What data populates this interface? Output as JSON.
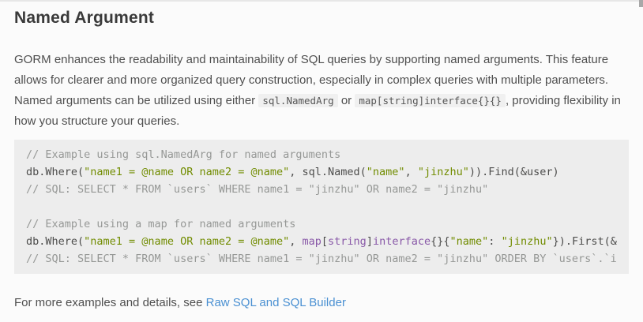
{
  "page_title": "Named Argument",
  "paragraph": {
    "part1": "GORM enhances the readability and maintainability of SQL queries by supporting named arguments. This feature allows for clearer and more organized query construction, especially in complex queries with multiple parameters. Named arguments can be utilized using either ",
    "inline_code_1": "sql.NamedArg",
    "part2": " or ",
    "inline_code_2": "map[string]interface{}{}",
    "part3": ", providing flexibility in how you structure your queries."
  },
  "code_block": {
    "language": "go",
    "lines": [
      [
        {
          "c": "comment",
          "t": "// Example using sql.NamedArg for named arguments"
        }
      ],
      [
        {
          "c": "plain",
          "t": "db.Where("
        },
        {
          "c": "string",
          "t": "\"name1 = @name OR name2 = @name\""
        },
        {
          "c": "plain",
          "t": ", sql.Named("
        },
        {
          "c": "string",
          "t": "\"name\""
        },
        {
          "c": "plain",
          "t": ", "
        },
        {
          "c": "string",
          "t": "\"jinzhu\""
        },
        {
          "c": "plain",
          "t": ")).Find(&user)"
        }
      ],
      [
        {
          "c": "comment",
          "t": "// SQL: SELECT * FROM `users` WHERE name1 = \"jinzhu\" OR name2 = \"jinzhu\""
        }
      ],
      [],
      [
        {
          "c": "comment",
          "t": "// Example using a map for named arguments"
        }
      ],
      [
        {
          "c": "plain",
          "t": "db.Where("
        },
        {
          "c": "string",
          "t": "\"name1 = @name OR name2 = @name\""
        },
        {
          "c": "plain",
          "t": ", "
        },
        {
          "c": "keyword",
          "t": "map"
        },
        {
          "c": "plain",
          "t": "["
        },
        {
          "c": "keyword",
          "t": "string"
        },
        {
          "c": "plain",
          "t": "]"
        },
        {
          "c": "keyword",
          "t": "interface"
        },
        {
          "c": "plain",
          "t": "{}{"
        },
        {
          "c": "string",
          "t": "\"name\""
        },
        {
          "c": "plain",
          "t": ": "
        },
        {
          "c": "string",
          "t": "\"jinzhu\""
        },
        {
          "c": "plain",
          "t": "}).First(&"
        }
      ],
      [
        {
          "c": "comment",
          "t": "// SQL: SELECT * FROM `users` WHERE name1 = \"jinzhu\" OR name2 = \"jinzhu\" ORDER BY `users`.`i"
        }
      ]
    ]
  },
  "footer": {
    "text": "For more examples and details, see ",
    "link_label": "Raw SQL and SQL Builder"
  },
  "colors": {
    "page_background": "#fbfbfb",
    "top_border": "#e7e7e7",
    "heading_text": "#3a3a3a",
    "body_text": "#4f4f4f",
    "inline_code_background": "#f0f0f0",
    "code_block_background": "#ededed",
    "code_default": "#4d4d4c",
    "code_comment": "#969896",
    "code_string": "#718c00",
    "code_keyword": "#8959a8",
    "link": "#4a90d2"
  }
}
